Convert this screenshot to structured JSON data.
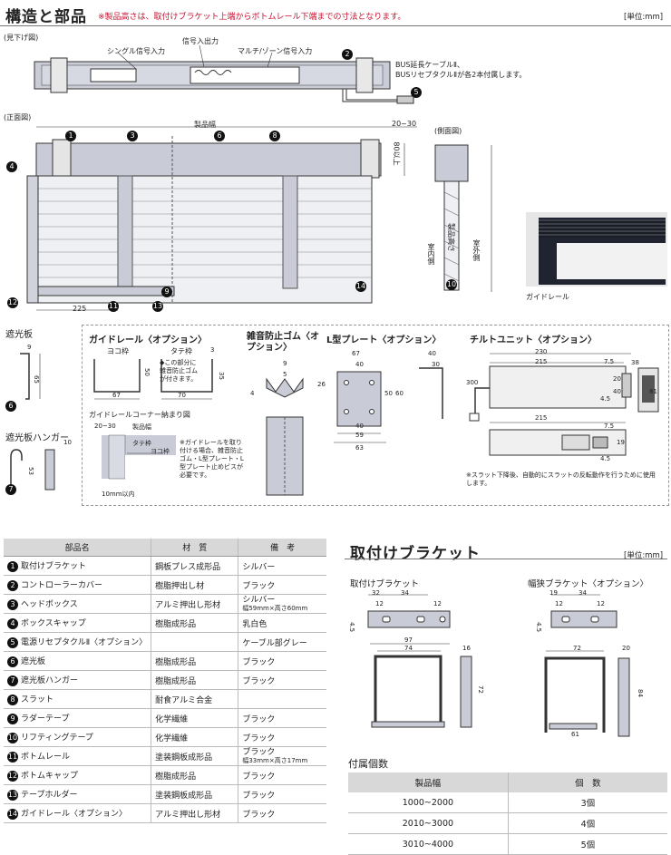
{
  "header": {
    "title": "構造と部品",
    "note": "※製品高さは、取付けブラケット上端からボトムレール下端までの寸法となります。",
    "unit": "[単位:mm]"
  },
  "plan_view": {
    "label": "(見下げ図)",
    "single_input": "シングル信号入力",
    "signal_io": "信号入出力",
    "multi_zone_input": "マルチ/ゾーン信号入力",
    "cable_note_1": "BUS延長ケーブルⅡ、",
    "cable_note_2": "BUSリセプタクルⅡが各2本付属します。"
  },
  "front_view": {
    "label": "(正面図)",
    "product_width": "製品幅",
    "dim_20_30": "20~30",
    "dim_80": "80以上",
    "dim_225": "225"
  },
  "side_view": {
    "label": "(側面図)",
    "product_height": "製品高さ",
    "indoor": "室内側",
    "outdoor": "室外側"
  },
  "photo_caption": "ガイドレール",
  "shade_plate": {
    "title": "遮光板",
    "d9": "9",
    "d65": "65"
  },
  "shade_hanger": {
    "title": "遮光板ハンガー",
    "d10": "10",
    "d53": "53"
  },
  "guide_rail": {
    "title": "ガイドレール〈オプション〉",
    "horizontal": "ヨコ枠",
    "vertical": "タテ枠",
    "d3": "3",
    "d50": "50",
    "d35": "35",
    "d67": "67",
    "d70": "70",
    "note": "◆この部分に雑音防止ゴムが付きます。",
    "corner_title": "ガイドレールコーナー納まり図",
    "corner_dim": "20~30",
    "corner_width": "製品幅",
    "corner_vertical": "タテ枠",
    "corner_horizontal": "ヨコ枠",
    "corner_within": "10mm以内",
    "corner_note": "※ガイドレールを取り付ける場合、雑音防止ゴム・L型プレート・L型プレート止めビスが必要です。"
  },
  "noise_rubber": {
    "title": "雑音防止ゴム〈オプション〉",
    "d9": "9",
    "d5": "5",
    "d4": "4"
  },
  "l_plate": {
    "title": "L型プレート〈オプション〉",
    "d67": "67",
    "d40a": "40",
    "d26": "26",
    "d50": "50",
    "d60": "60",
    "d40b": "40",
    "d59": "59",
    "d63": "63",
    "d40c": "40",
    "d30": "30"
  },
  "tilt_unit": {
    "title": "チルトユニット〈オプション〉",
    "d230": "230",
    "d215": "215",
    "d7_5": "7.5",
    "d38": "38",
    "d300": "300",
    "d20": "20",
    "d40": "40",
    "d81": "81",
    "d4_5": "4.5",
    "d215b": "215",
    "d7_5b": "7.5",
    "d19": "19",
    "d4_5b": "4.5",
    "note": "※スラット下降後、自動的にスラットの反転動作を行うために使用します。"
  },
  "parts_table": {
    "headers": [
      "部品名",
      "材　質",
      "備　考"
    ],
    "rows": [
      {
        "no": "1",
        "name": "取付けブラケット",
        "material": "鋼板プレス成形品",
        "remark": "シルバー",
        "remark2": ""
      },
      {
        "no": "2",
        "name": "コントローラーカバー",
        "material": "樹脂押出し材",
        "remark": "ブラック",
        "remark2": ""
      },
      {
        "no": "3",
        "name": "ヘッドボックス",
        "material": "アルミ押出し形材",
        "remark": "シルバー",
        "remark2": "幅59mm×高さ60mm"
      },
      {
        "no": "4",
        "name": "ボックスキャップ",
        "material": "樹脂成形品",
        "remark": "乳白色",
        "remark2": ""
      },
      {
        "no": "5",
        "name": "電源リセプタクルⅡ〈オプション〉",
        "material": "",
        "remark": "ケーブル部グレー",
        "remark2": ""
      },
      {
        "no": "6",
        "name": "遮光板",
        "material": "樹脂成形品",
        "remark": "ブラック",
        "remark2": ""
      },
      {
        "no": "7",
        "name": "遮光板ハンガー",
        "material": "樹脂成形品",
        "remark": "ブラック",
        "remark2": ""
      },
      {
        "no": "8",
        "name": "スラット",
        "material": "耐食アルミ合金",
        "remark": "",
        "remark2": ""
      },
      {
        "no": "9",
        "name": "ラダーテープ",
        "material": "化学繊維",
        "remark": "ブラック",
        "remark2": ""
      },
      {
        "no": "10",
        "name": "リフティングテープ",
        "material": "化学繊維",
        "remark": "ブラック",
        "remark2": ""
      },
      {
        "no": "11",
        "name": "ボトムレール",
        "material": "塗装鋼板成形品",
        "remark": "ブラック",
        "remark2": "幅33mm×高さ17mm"
      },
      {
        "no": "12",
        "name": "ボトムキャップ",
        "material": "樹脂成形品",
        "remark": "ブラック",
        "remark2": ""
      },
      {
        "no": "13",
        "name": "テープホルダー",
        "material": "塗装鋼板成形品",
        "remark": "ブラック",
        "remark2": ""
      },
      {
        "no": "14",
        "name": "ガイドレール〈オプション〉",
        "material": "アルミ押出し形材",
        "remark": "ブラック",
        "remark2": ""
      }
    ]
  },
  "bracket": {
    "title": "取付けブラケット",
    "unit": "[単位:mm]",
    "std_title": "取付けブラケット",
    "std_dims": {
      "d32": "32",
      "d34": "34",
      "d12a": "12",
      "d12b": "12",
      "d4_5": "4.5",
      "d97": "97",
      "d74": "74",
      "d16": "16",
      "d72": "72"
    },
    "narrow_title": "幅狭ブラケット〈オプション〉",
    "narrow_dims": {
      "d19": "19",
      "d34": "34",
      "d12a": "12",
      "d12b": "12",
      "d4_5": "4.5",
      "d72": "72",
      "d20": "20",
      "d84": "84",
      "d61": "61"
    }
  },
  "accessory": {
    "title": "付属個数",
    "headers": [
      "製品幅",
      "個　数"
    ],
    "rows": [
      {
        "width": "1000~2000",
        "count": "3個"
      },
      {
        "width": "2010~3000",
        "count": "4個"
      },
      {
        "width": "3010~4000",
        "count": "5個"
      }
    ]
  }
}
